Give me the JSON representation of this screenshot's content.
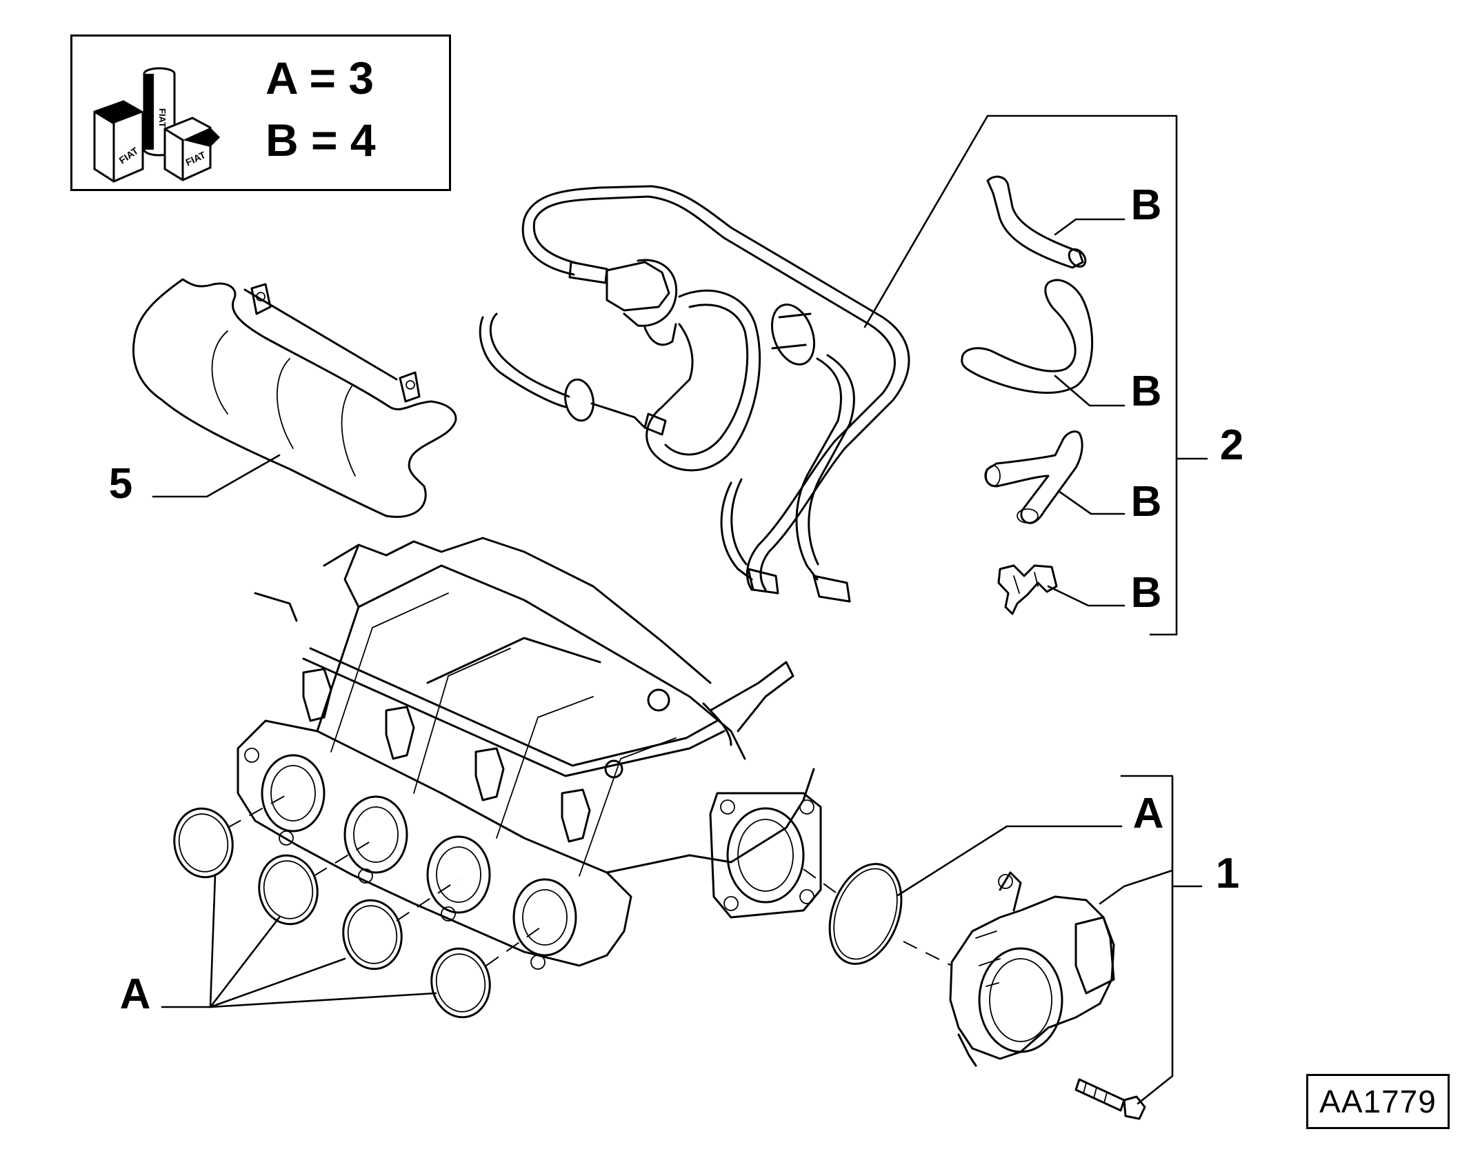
{
  "legend": {
    "rows": [
      {
        "text": "A = 3"
      },
      {
        "text": "B = 4"
      }
    ],
    "logo_text": "FIAT",
    "icon": "fiat-parts-kit-icon"
  },
  "callouts": {
    "ref_1": "1",
    "ref_2": "2",
    "ref_5": "5",
    "a_gasket_single": "A",
    "a_gaskets_group": "A",
    "b_items": [
      "B",
      "B",
      "B",
      "B"
    ]
  },
  "drawing_code": "AA1779"
}
